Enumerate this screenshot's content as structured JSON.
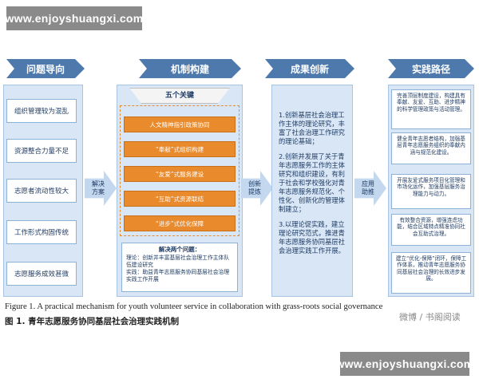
{
  "watermark": {
    "top": "www.enjoyshuangxi.com",
    "bottom": "www.enjoyshuangxi.com"
  },
  "headers": [
    "问题导向",
    "机制构建",
    "成果创新",
    "实践路径"
  ],
  "problems": [
    "组织管理较为混乱",
    "资源整合力量不足",
    "志愿者流动性较大",
    "工作形式构固传统",
    "志愿服务成效甚微"
  ],
  "arrows": [
    "解决方案",
    "创新提炼",
    "应用助推"
  ],
  "mechanism": {
    "five_keys_title": "五个关键",
    "five_keys": [
      "人文精神指引政策协同",
      "“奉献”式组织构建",
      "“友爱”式服务建设",
      "“互助”式资源联结",
      "“进步”式优化保障"
    ],
    "two_points_title": "解决两个问题：",
    "two_points_theory": "理论：创新并丰富基层社会治理工作主体队伍建设研究",
    "two_points_practice": "实践：助益青年志愿服务协同基层社会治理实践工作开展"
  },
  "innovation": [
    "1.创新基层社会治理工作主体的理论研究，丰富了社会治理工作研究的理论基础；",
    "2.创新并发展了关于青年志愿服务工作的主体研究和组织建设，有利于社会和学校强化对青年志愿服务规范化、个性化、创新化的管理体制建立；",
    "3.以理论促实践，建立理论研究范式，推进青年志愿服务协同基层社会治理实践工作开展。"
  ],
  "paths": [
    "完善顶层制度建设，构建具有奉献、友爱、互助、进步精神的科学管理政策与活动管理。",
    "健全青年志愿者结构，加强基层青年志愿服务组织的奉献内涵与规范化建设。",
    "开展友爱式服务项目化管理和市场化运作，加强基层服务治理能力与动力。",
    "有效整合资源，增强连虑功能，结合区域特点精准协同社会互助式治理。",
    "建立“优化-保障”闭环，保障工作体系，推动青年志愿服务协同基层社会治理的长效进步发展。"
  ],
  "caption_en": "Figure 1. A practical mechanism for youth volunteer service in collaboration with grass-roots social governance",
  "caption_cn": "图 1. 青年志愿服务协同基层社会治理实践机制",
  "weibo_mark": "微博 / 书阁阅读",
  "colors": {
    "header": "#4d79ad",
    "panel": "#d8e6f6",
    "key_box": "#e98a2c",
    "arrow": "#c3d7ee"
  }
}
